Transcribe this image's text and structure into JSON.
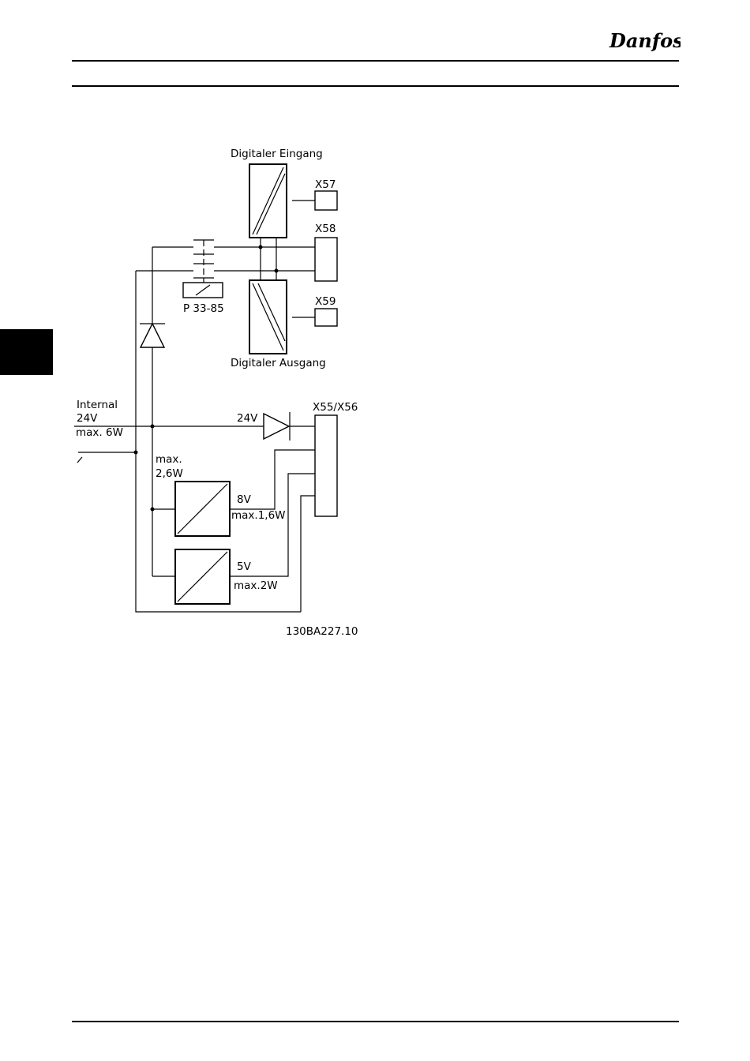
{
  "brand": {
    "logo_text": "Danfoss"
  },
  "diagram": {
    "labels": {
      "digital_input": "Digitaler Eingang",
      "digital_output": "Digitaler Ausgang",
      "x57": "X57",
      "x58": "X58",
      "x59": "X59",
      "x55_x56": "X55/X56",
      "relay_param": "P 33-85",
      "internal": "Internal",
      "internal_voltage": "24V",
      "internal_power": "max. 6W",
      "diode_voltage": "24V",
      "branch_power_1": "max.",
      "branch_power_2": "2,6W",
      "conv8_voltage": "8V",
      "conv8_power": "max.1,6W",
      "conv5_voltage": "5V",
      "conv5_power": "max.2W",
      "figure_id": "130BA227.10"
    }
  }
}
